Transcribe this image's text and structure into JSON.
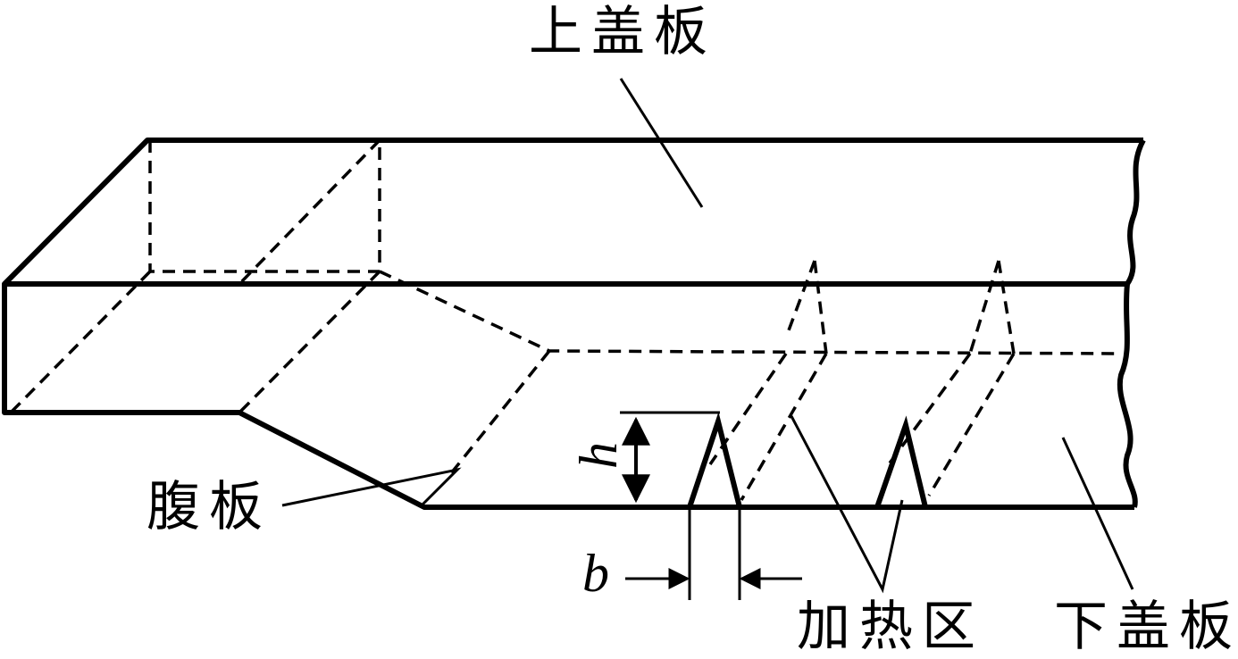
{
  "labels": {
    "top_plate": "上盖板",
    "web_plate": "腹板",
    "heating_zone": "加热区",
    "bottom_plate": "下盖板",
    "dim_h": "h",
    "dim_b": "b"
  },
  "colors": {
    "line": "#000000",
    "background": "#ffffff"
  }
}
